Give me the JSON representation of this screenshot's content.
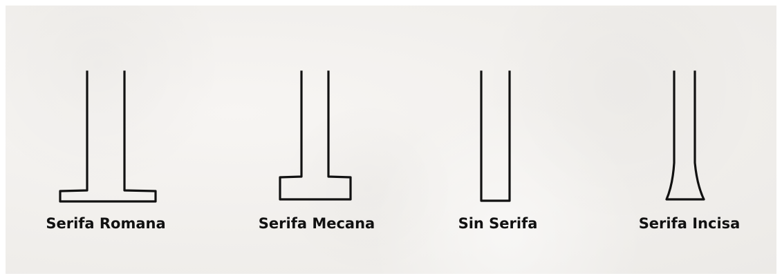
{
  "labels": {
    "romana": "Serifa Romana",
    "mecana": "Serifa Mecana",
    "sin": "Sin Serifa",
    "incisa": "Serifa Incisa"
  },
  "colors": {
    "stroke": "#111111",
    "background": "#f1efec"
  }
}
